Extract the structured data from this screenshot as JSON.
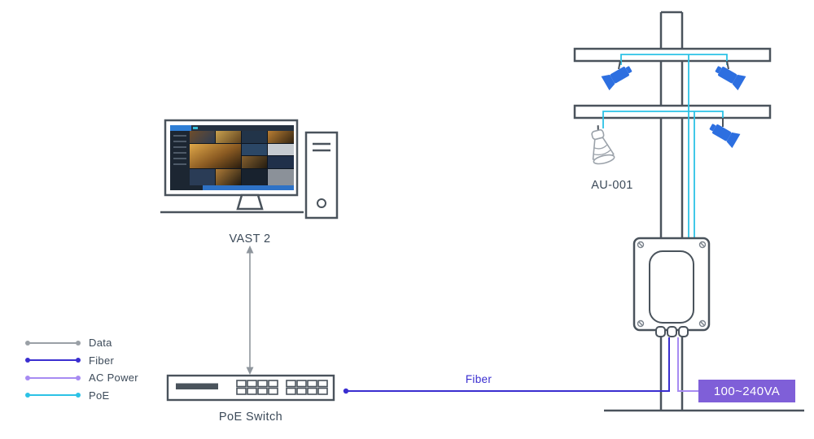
{
  "diagram": {
    "type": "network-topology",
    "nodes": {
      "workstation": {
        "label": "VAST 2"
      },
      "switch": {
        "label": "PoE Switch"
      },
      "speaker": {
        "label": "AU-001"
      },
      "power_source": {
        "label": "100~240VA"
      }
    },
    "edge_labels": {
      "fiber": "Fiber"
    },
    "edges": [
      {
        "from": "VAST 2",
        "to": "PoE Switch",
        "type": "Data"
      },
      {
        "from": "PoE Switch",
        "to": "pole enclosure",
        "type": "Fiber"
      },
      {
        "from": "100~240VA",
        "to": "pole enclosure",
        "type": "AC Power"
      },
      {
        "from": "pole enclosure",
        "to": "cameras and AU-001 speaker",
        "type": "PoE"
      }
    ],
    "legend": {
      "items": [
        {
          "id": "data",
          "label": "Data",
          "color": "#9aa0a6"
        },
        {
          "id": "fiber",
          "label": "Fiber",
          "color": "#3a2ed0"
        },
        {
          "id": "ac-power",
          "label": "AC Power",
          "color": "#a78bf2"
        },
        {
          "id": "poe",
          "label": "PoE",
          "color": "#2cc2e6"
        }
      ]
    },
    "colors": {
      "camera_blue": "#2d6fe0",
      "outline_gray": "#4a535c",
      "label_text": "#3c4a59",
      "power_badge_bg": "#7f5fd8",
      "power_badge_text": "#ffffff",
      "fiber_label_text": "#3a2ed0"
    }
  }
}
